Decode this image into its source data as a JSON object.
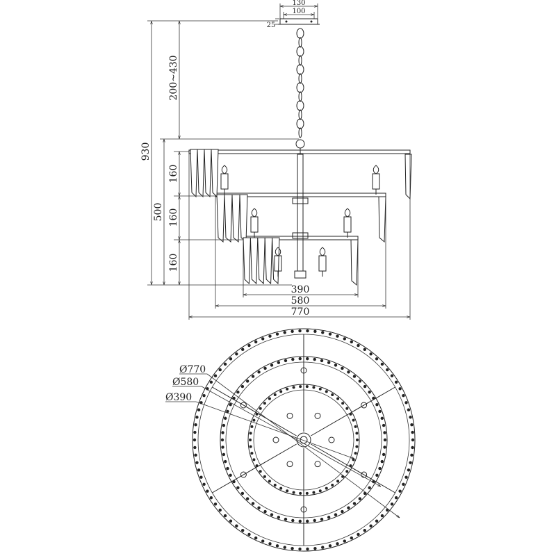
{
  "side_view": {
    "canopy_outer_width": "130",
    "canopy_inner_width": "100",
    "canopy_height": "25",
    "chain_length": "200~430",
    "total_height": "930",
    "body_height": "500",
    "tier_height_top": "160",
    "tier_height_middle": "160",
    "tier_height_bottom": "160",
    "width_small": "390",
    "width_medium": "580",
    "width_large": "770"
  },
  "top_view": {
    "diameter_large": "Ø770",
    "diameter_medium": "Ø580",
    "diameter_small": "Ø390"
  },
  "colors": {
    "line": "#222222",
    "background": "#ffffff"
  }
}
